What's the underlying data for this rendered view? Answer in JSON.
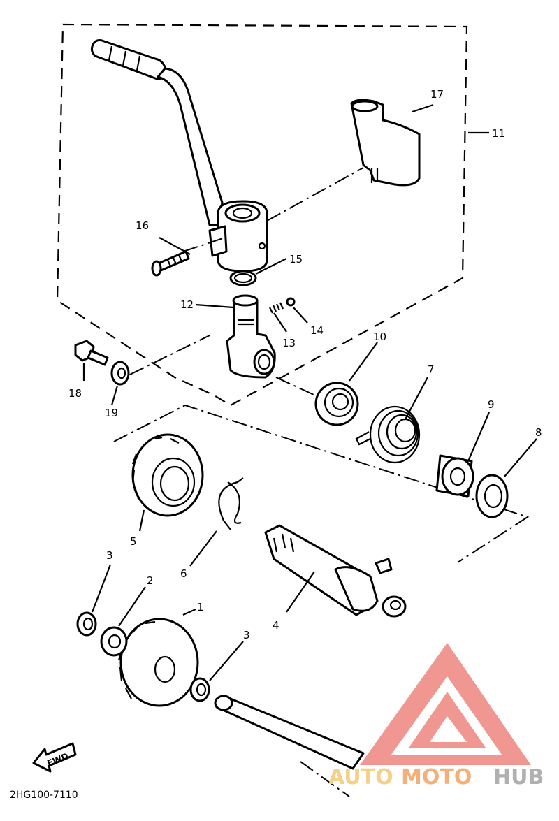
{
  "diagram": {
    "callouts": {
      "n1": "1",
      "n2": "2",
      "n3a": "3",
      "n3b": "3",
      "n4": "4",
      "n5": "5",
      "n6": "6",
      "n7": "7",
      "n8": "8",
      "n9": "9",
      "n10": "10",
      "n11": "11",
      "n12": "12",
      "n13": "13",
      "n14": "14",
      "n15": "15",
      "n16": "16",
      "n17": "17",
      "n18": "18",
      "n19": "19"
    },
    "fwd_label": "FWD",
    "drawing_code": "2HG100-7110"
  },
  "watermark": {
    "text_part1": "AUTO",
    "text_part2": "MOTO",
    "text_part3": "HUB",
    "colors": {
      "logo": "#f08c86",
      "auto": "#f5d08a",
      "moto": "#f5b07a",
      "hub": "#b0b0b0"
    }
  }
}
